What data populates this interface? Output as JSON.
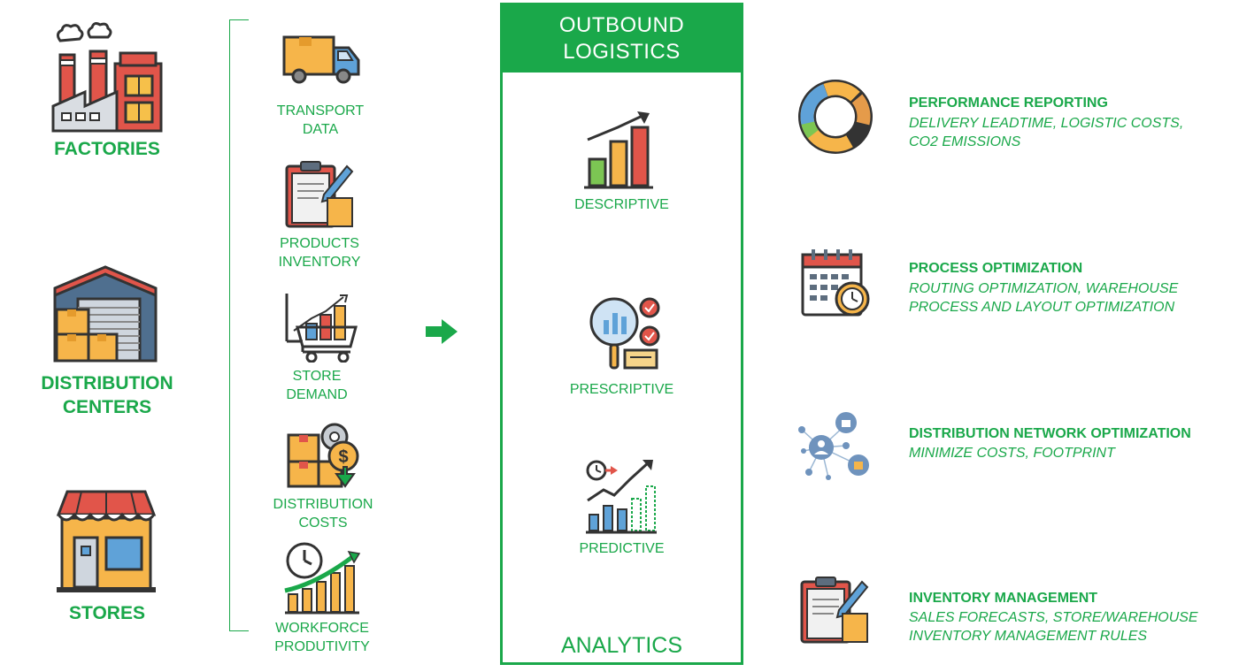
{
  "sources": [
    {
      "label_lines": [
        "FACTORIES"
      ],
      "icon": "factory-icon"
    },
    {
      "label_lines": [
        "DISTRIBUTION",
        "CENTERS"
      ],
      "icon": "warehouse-icon"
    },
    {
      "label_lines": [
        "STORES"
      ],
      "icon": "store-icon"
    }
  ],
  "data_items": [
    {
      "label_lines": [
        "TRANSPORT",
        "DATA"
      ],
      "icon": "truck-icon"
    },
    {
      "label_lines": [
        "PRODUCTS",
        "INVENTORY"
      ],
      "icon": "clipboard-icon"
    },
    {
      "label_lines": [
        "STORE",
        "DEMAND"
      ],
      "icon": "shopping-cart-chart-icon"
    },
    {
      "label_lines": [
        "DISTRIBUTION",
        "COSTS"
      ],
      "icon": "cost-boxes-icon"
    },
    {
      "label_lines": [
        "WORKFORCE",
        "PRODUTIVITY"
      ],
      "icon": "productivity-clock-icon"
    }
  ],
  "box": {
    "title_lines": [
      "OUTBOUND",
      "LOGISTICS"
    ],
    "stages": [
      {
        "label": "DESCRIPTIVE",
        "icon": "bar-chart-up-icon"
      },
      {
        "label": "PRESCRIPTIVE",
        "icon": "magnifier-analysis-icon"
      },
      {
        "label": "PREDICTIVE",
        "icon": "forecast-chart-icon"
      }
    ],
    "footer": "ANALYTICS"
  },
  "outcomes": [
    {
      "title": "PERFORMANCE REPORTING",
      "desc_lines": [
        "DELIVERY LEADTIME, LOGISTIC COSTS,",
        "CO2 EMISSIONS"
      ],
      "icon": "donut-chart-icon"
    },
    {
      "title": "PROCESS OPTIMIZATION",
      "desc_lines": [
        "ROUTING  OPTIMIZATION,  WAREHOUSE",
        "PROCESS AND LAYOUT OPTIMIZATION"
      ],
      "icon": "calendar-clock-icon"
    },
    {
      "title": "DISTRIBUTION NETWORK OPTIMIZATION",
      "desc_lines": [
        "MINIMIZE  COSTS, FOOTPRINT"
      ],
      "icon": "network-icon"
    },
    {
      "title": "INVENTORY MANAGEMENT",
      "desc_lines": [
        "SALES FORECASTS, STORE/WAREHOUSE",
        "INVENTORY MANAGEMENT RULES"
      ],
      "icon": "clipboard-pen-icon"
    }
  ],
  "colors": {
    "accent": "#1aa84a"
  }
}
